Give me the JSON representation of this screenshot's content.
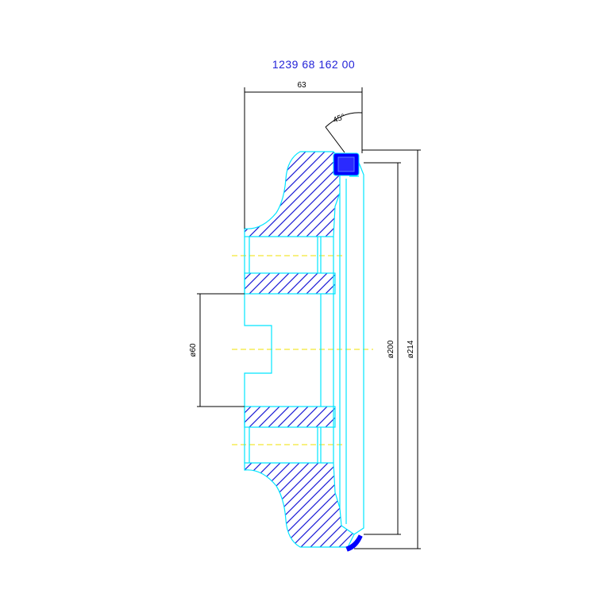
{
  "drawing": {
    "part_number": "1239 68 162 00",
    "dimensions": {
      "overall_width": "63",
      "chamfer_angle": "45°",
      "bore": "ø60",
      "inner_diameter": "ø200",
      "outer_diameter": "ø214"
    }
  },
  "colors": {
    "outline": "#00e5ff",
    "hatch": "#1a1ad6",
    "dimension": "#000000",
    "centerline": "#f2e200",
    "title": "#2323d8",
    "seal": "#0000ff"
  }
}
